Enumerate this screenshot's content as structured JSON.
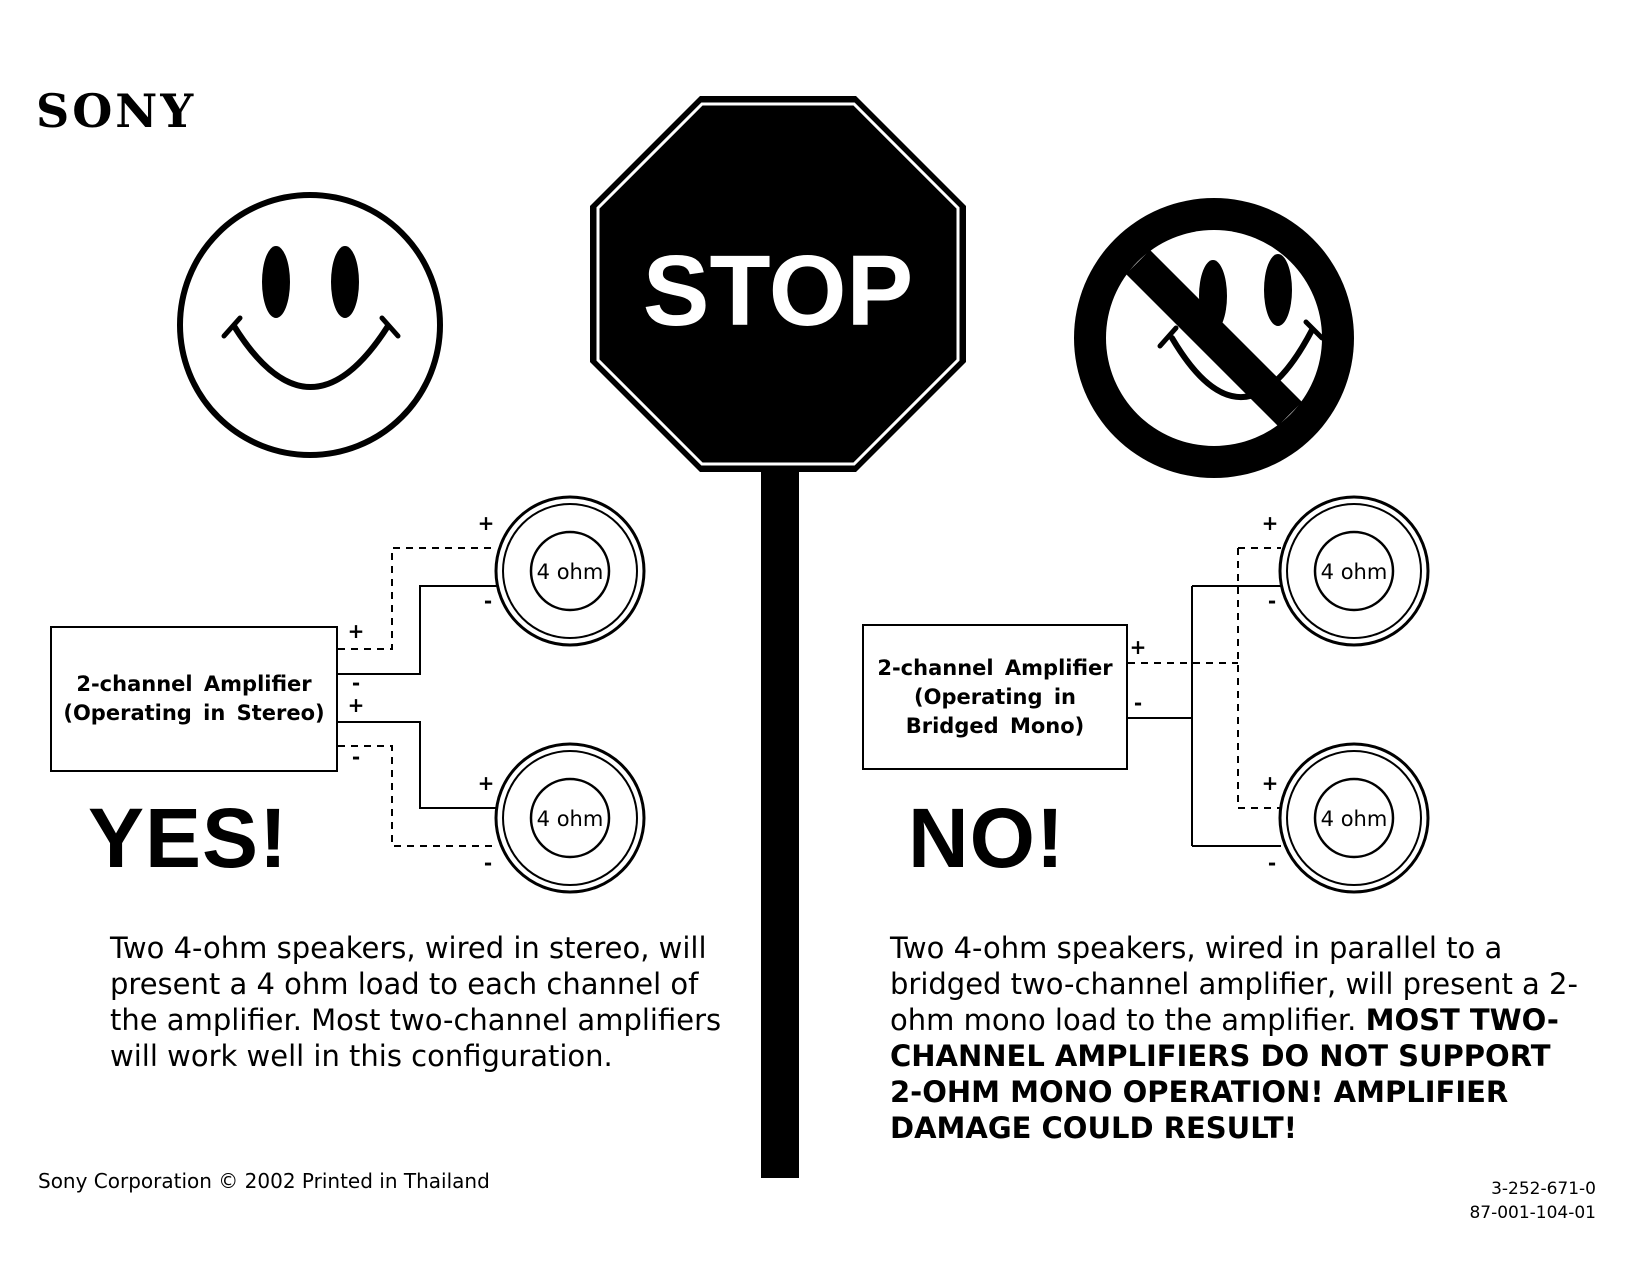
{
  "brand": {
    "logo_text": "SONY"
  },
  "stop_sign": {
    "text": "STOP"
  },
  "left_panel": {
    "amp_line1": "2-channel Amplifier",
    "amp_line2": "(Operating in Stereo)",
    "verdict": "YES!",
    "speaker_top": "4 ohm",
    "speaker_bottom": "4 ohm",
    "description": "Two 4-ohm speakers, wired in stereo, will present a 4 ohm load to each channel of the amplifier. Most two-channel amplifiers will work well in this configuration."
  },
  "right_panel": {
    "amp_line1": "2-channel Amplifier",
    "amp_line2": "(Operating in",
    "amp_line3": "Bridged Mono)",
    "verdict": "NO!",
    "speaker_top": "4 ohm",
    "speaker_bottom": "4 ohm",
    "description_normal": "Two 4-ohm speakers, wired in parallel to a bridged two-channel amplifier, will present a 2-ohm mono load to the amplifier.",
    "description_warning": "MOST TWO-CHANNEL AMPLIFIERS DO NOT SUPPORT 2-OHM MONO OPERATION! AMPLIFIER DAMAGE COULD RESULT!"
  },
  "polarity": {
    "plus": "+",
    "minus": "-"
  },
  "footer": {
    "copyright": "Sony Corporation © 2002 Printed in Thailand",
    "code1": "3-252-671-0",
    "code2": "87-001-104-01"
  }
}
